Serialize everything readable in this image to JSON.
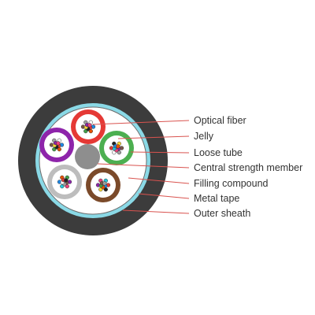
{
  "labels": [
    "Optical fiber",
    "Jelly",
    "Loose tube",
    "Central strength member",
    "Filling compound",
    "Metal tape",
    "Outer sheath"
  ],
  "colors": {
    "outer_sheath": "#3c3c3c",
    "metal_tape": "#8ad9e6",
    "filling": "#ffffff",
    "central_member": "#8e8e8e",
    "leader": "#d9534f",
    "text": "#333333",
    "tubes": [
      "#e53935",
      "#4caf50",
      "#7b4a2a",
      "#bdbdbd",
      "#8e24aa"
    ],
    "fibers": [
      "#1e88e5",
      "#e65100",
      "#43a047",
      "#795548",
      "#9e9e9e",
      "#ffffff",
      "#e53935",
      "#212121",
      "#fdd835",
      "#8e24aa",
      "#ec407a",
      "#26c6da"
    ]
  }
}
